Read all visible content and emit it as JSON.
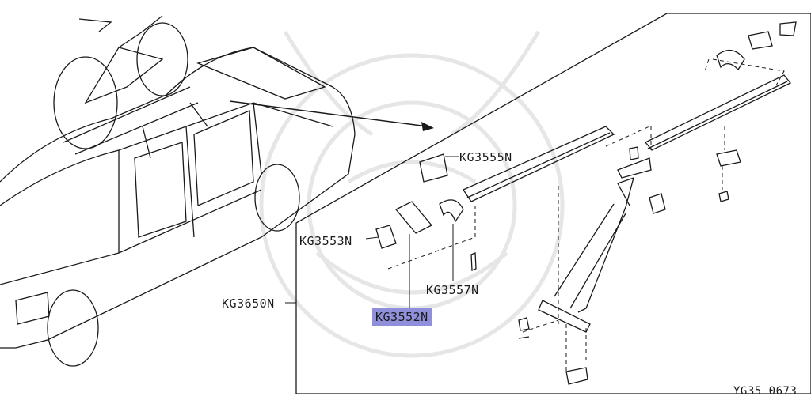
{
  "labels": {
    "kg3555n": "KG3555N",
    "kg3553n": "KG3553N",
    "kg3557n": "KG3557N",
    "kg3650n": "KG3650N",
    "kg3552n": "KG3552N"
  },
  "figure_code": "YG35 0673",
  "colors": {
    "line": "#1a1a1a",
    "highlight": "#8f8fdb",
    "watermark": "#e6e6e6"
  }
}
